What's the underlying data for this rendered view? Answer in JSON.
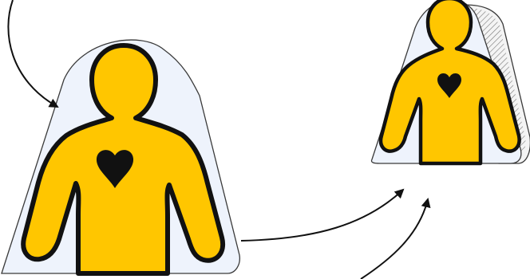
{
  "diagram": {
    "type": "illustration",
    "labels": [],
    "colors": {
      "figure_fill": "#FFC600",
      "figure_outline": "#111111",
      "heart_fill": "#111111",
      "shroud_fill": "#EEF3FC",
      "shroud_outline": "#3A3A3A",
      "arrow_stroke": "#111111",
      "hatch_stroke": "#777777",
      "back_panel_fill": "#F4F4F4"
    },
    "elements": [
      {
        "name": "large-person-figure",
        "icon": "person-silhouette"
      },
      {
        "name": "large-heart",
        "icon": "heart-icon"
      },
      {
        "name": "large-shroud",
        "icon": "protective-cover"
      },
      {
        "name": "small-person-figure",
        "icon": "person-silhouette"
      },
      {
        "name": "small-heart",
        "icon": "heart-icon"
      },
      {
        "name": "small-shroud",
        "icon": "protective-cover"
      },
      {
        "name": "hatched-back-panel",
        "icon": "hatched-layer"
      }
    ],
    "arrows": [
      {
        "name": "arrow-to-large-shroud",
        "direction": "down-right"
      },
      {
        "name": "arrow-large-to-small",
        "direction": "up-right"
      },
      {
        "name": "arrow-bottom-to-small",
        "direction": "up-right"
      }
    ]
  }
}
